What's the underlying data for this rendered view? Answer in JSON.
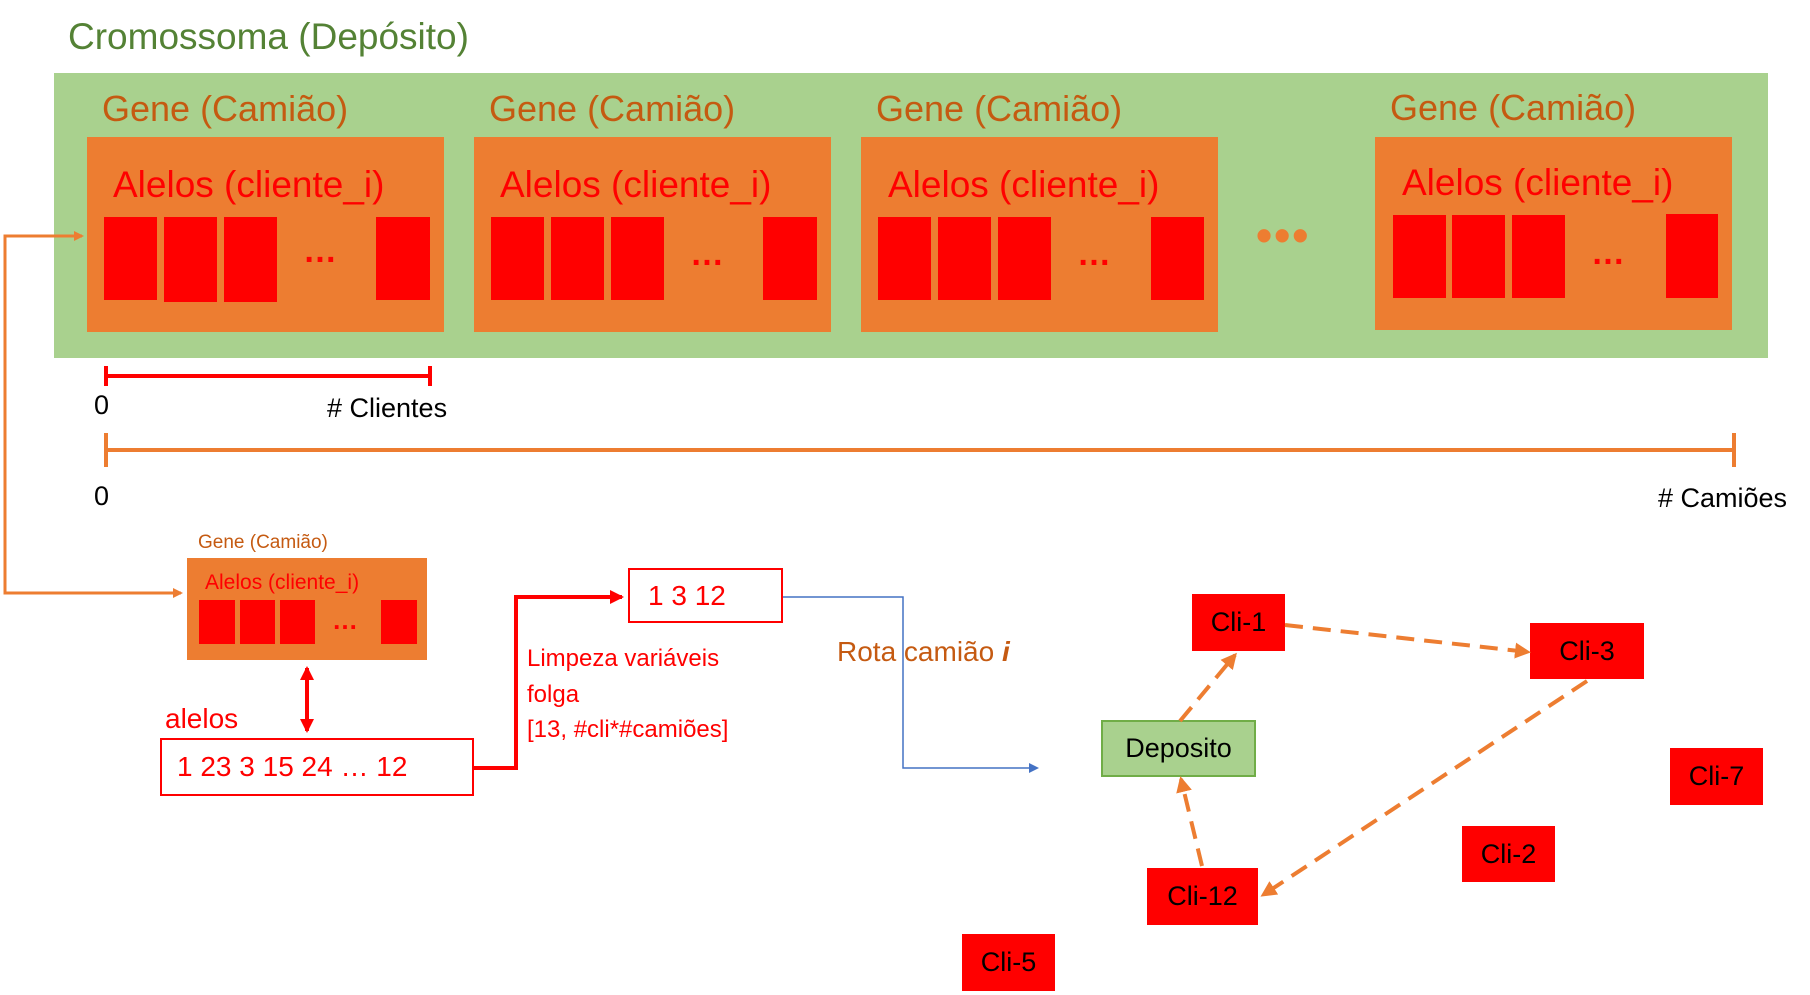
{
  "chromosome": {
    "title": "Cromossoma (Depósito)"
  },
  "genes": [
    {
      "gene_label": "Gene (Camião)",
      "alleles_label": "Alelos (cliente_i)",
      "dots": "…"
    },
    {
      "gene_label": "Gene (Camião)",
      "alleles_label": "Alelos (cliente_i)",
      "dots": "…"
    },
    {
      "gene_label": "Gene (Camião)",
      "alleles_label": "Alelos (cliente_i)",
      "dots": "…"
    },
    {
      "gene_label": "Gene (Camião)",
      "alleles_label": "Alelos (cliente_i)",
      "dots": "…"
    }
  ],
  "between_genes_dots": "•••",
  "scales": {
    "clients": {
      "start": "0",
      "label": "# Clientes"
    },
    "trucks": {
      "start": "0",
      "label": "# Camiões"
    }
  },
  "detail": {
    "gene_label": "Gene (Camião)",
    "alleles_label": "Alelos (cliente_i)",
    "dots": "…",
    "alelos_caption": "alelos",
    "sequence": "1  23  3  15  24  … 12",
    "cleaned_sequence": "1    3   12",
    "cleanup_note": [
      "Limpeza variáveis",
      "folga",
      "[13, #cli*#camiões]"
    ],
    "route_label": "Rota camião",
    "route_label_italic": "i"
  },
  "route": {
    "depot": "Deposito",
    "clients": [
      "Cli-1",
      "Cli-3",
      "Cli-7",
      "Cli-2",
      "Cli-12",
      "Cli-5"
    ]
  },
  "colors": {
    "chromosome_bg": "#a9d18e",
    "gene_bg": "#ed7d31",
    "allele": "#ff0000",
    "title_green": "#548235",
    "gene_label": "#c55a11",
    "route_arrow": "#ed7d31",
    "blue_connector": "#4472c4"
  }
}
